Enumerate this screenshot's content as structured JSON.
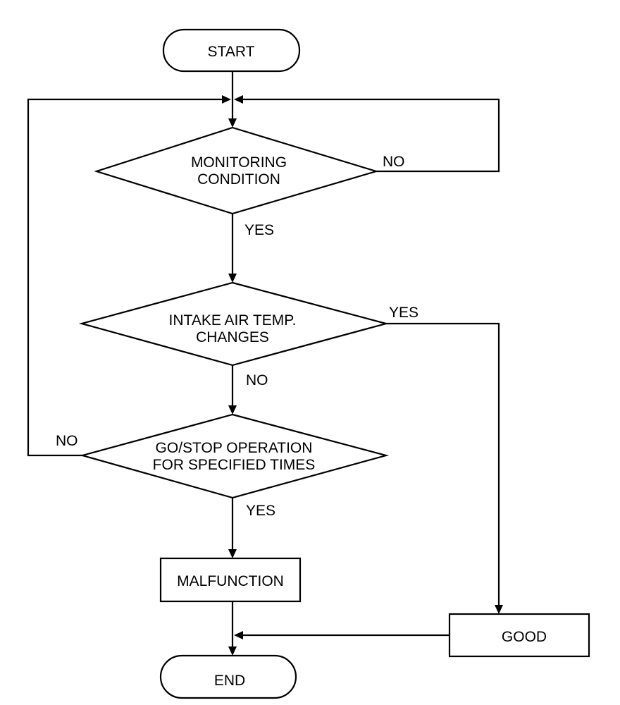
{
  "nodes": {
    "start": "START",
    "monitoring_condition": [
      "MONITORING",
      "CONDITION"
    ],
    "intake_air_temp": [
      "INTAKE AIR TEMP.",
      "CHANGES"
    ],
    "go_stop_operation": [
      "GO/STOP OPERATION",
      "FOR SPECIFIED TIMES"
    ],
    "malfunction": "MALFUNCTION",
    "good": "GOOD",
    "end": "END"
  },
  "branches": {
    "monitoring_no": "NO",
    "monitoring_yes": "YES",
    "intake_yes": "YES",
    "intake_no": "NO",
    "go_stop_no": "NO",
    "go_stop_yes": "YES"
  }
}
